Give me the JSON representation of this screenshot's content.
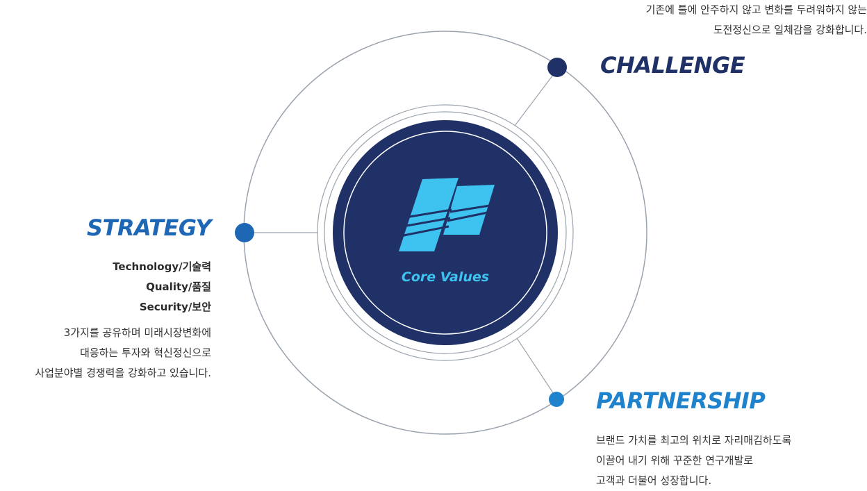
{
  "center": {
    "label": "Core Values",
    "logo_icon": "core-values-logo-icon"
  },
  "values": {
    "challenge": {
      "title": "CHALLENGE",
      "description": [
        "기존에 틀에 안주하지 않고 변화를 두려워하지 않는",
        "도전정신으로 일체감을 강화합니다."
      ]
    },
    "strategy": {
      "title": "STRATEGY",
      "keywords": [
        "Technology/기술력",
        "Quality/품질",
        "Security/보안"
      ],
      "description": [
        "3가지를 공유하며 미래시장변화에",
        "대응하는 투자와 혁신정신으로",
        "사업분야별 경쟁력을 강화하고 있습니다."
      ]
    },
    "partnership": {
      "title": "PARTNERSHIP",
      "description": [
        "브랜드 가치를 최고의 위치로 자리매김하도록",
        "이끌어 내기 위해 꾸준한 연구개발로",
        "고객과 더불어 성장합니다."
      ]
    }
  },
  "colors": {
    "navy": "#1f3166",
    "strategy_blue": "#1e67b5",
    "partnership_blue": "#1f82cc",
    "accent_cyan": "#3ec3f0",
    "ring_gray": "#9aa3ad"
  }
}
